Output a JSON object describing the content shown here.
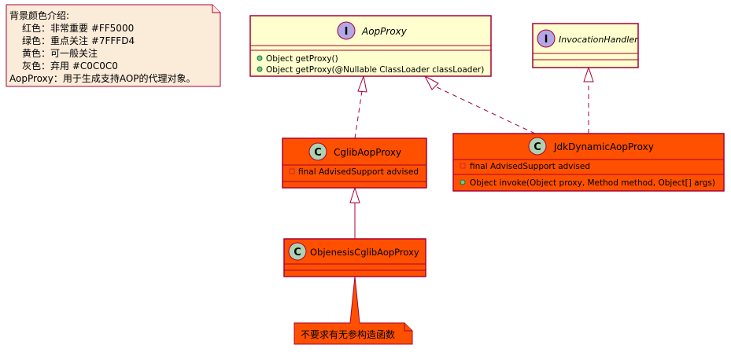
{
  "colors": {
    "important": "#FF5000",
    "interface_bg": "#FEFECE",
    "border": "#A80036",
    "note_bg": "#FBEBD9",
    "note_border": "#A80036",
    "interface_badge": "#B4A7E5",
    "class_badge": "#ADD1B2"
  },
  "legend_note": {
    "lines": [
      "背景颜色介绍:",
      "红色：非常重要 #FF5000",
      "绿色：重点关注 #7FFFD4",
      "黄色：可一般关注",
      "灰色：弃用 #C0C0C0",
      "AopProxy：用于生成支持AOP的代理对象。"
    ]
  },
  "classes": {
    "aop_proxy": {
      "kind": "I",
      "name": "AopProxy",
      "methods": [
        "Object getProxy()",
        "Object getProxy(@Nullable ClassLoader classLoader)"
      ]
    },
    "invocation_handler": {
      "kind": "I",
      "name": "InvocationHandler"
    },
    "cglib_aop_proxy": {
      "kind": "C",
      "name": "CglibAopProxy",
      "fields": [
        "final AdvisedSupport advised"
      ]
    },
    "jdk_dynamic_aop_proxy": {
      "kind": "C",
      "name": "JdkDynamicAopProxy",
      "fields": [
        "final AdvisedSupport advised"
      ],
      "methods": [
        "Object invoke(Object proxy, Method method, Object[] args)"
      ]
    },
    "objenesis_cglib_aop_proxy": {
      "kind": "C",
      "name": "ObjenesisCglibAopProxy"
    }
  },
  "bottom_note": {
    "text": "不要求有无参构造函数"
  }
}
